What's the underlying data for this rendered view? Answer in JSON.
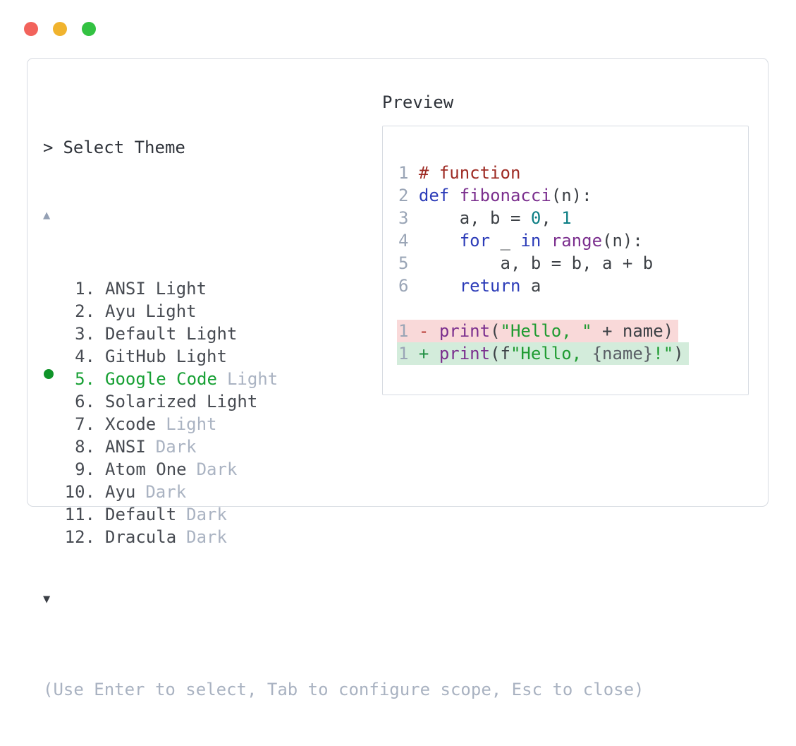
{
  "window_controls": {
    "close": "traffic-light-close",
    "minimize": "traffic-light-minimize",
    "zoom": "traffic-light-zoom"
  },
  "prompt": {
    "caret": ">",
    "title": "Select Theme"
  },
  "scroll_up_icon": "▲",
  "scroll_down_icon": "▼",
  "themes": [
    {
      "num": "1.",
      "name": "ANSI",
      "variant": "Light",
      "muted_variant": false,
      "selected": false
    },
    {
      "num": "2.",
      "name": "Ayu",
      "variant": "Light",
      "muted_variant": false,
      "selected": false
    },
    {
      "num": "3.",
      "name": "Default",
      "variant": "Light",
      "muted_variant": false,
      "selected": false
    },
    {
      "num": "4.",
      "name": "GitHub",
      "variant": "Light",
      "muted_variant": false,
      "selected": false
    },
    {
      "num": "5.",
      "name": "Google Code",
      "variant": "Light",
      "muted_variant": true,
      "selected": true
    },
    {
      "num": "6.",
      "name": "Solarized",
      "variant": "Light",
      "muted_variant": false,
      "selected": false
    },
    {
      "num": "7.",
      "name": "Xcode",
      "variant": "Light",
      "muted_variant": true,
      "selected": false
    },
    {
      "num": "8.",
      "name": "ANSI",
      "variant": "Dark",
      "muted_variant": true,
      "selected": false
    },
    {
      "num": "9.",
      "name": "Atom One",
      "variant": "Dark",
      "muted_variant": true,
      "selected": false
    },
    {
      "num": "10.",
      "name": "Ayu",
      "variant": "Dark",
      "muted_variant": true,
      "selected": false
    },
    {
      "num": "11.",
      "name": "Default",
      "variant": "Dark",
      "muted_variant": true,
      "selected": false
    },
    {
      "num": "12.",
      "name": "Dracula",
      "variant": "Dark",
      "muted_variant": true,
      "selected": false
    }
  ],
  "help_text": "(Use Enter to select, Tab to configure scope, Esc to close)",
  "preview": {
    "label": "Preview",
    "code_lines": [
      {
        "num": "1",
        "bg": null,
        "tokens": [
          {
            "t": "# function",
            "c": "com"
          }
        ]
      },
      {
        "num": "2",
        "bg": null,
        "tokens": [
          {
            "t": "def",
            "c": "kw"
          },
          {
            "t": " ",
            "c": "pl"
          },
          {
            "t": "fibonacci",
            "c": "fn"
          },
          {
            "t": "(n):",
            "c": "pl"
          }
        ]
      },
      {
        "num": "3",
        "bg": null,
        "tokens": [
          {
            "t": "    a, b = ",
            "c": "pl"
          },
          {
            "t": "0",
            "c": "lit"
          },
          {
            "t": ", ",
            "c": "pl"
          },
          {
            "t": "1",
            "c": "lit"
          }
        ]
      },
      {
        "num": "4",
        "bg": null,
        "tokens": [
          {
            "t": "    ",
            "c": "pl"
          },
          {
            "t": "for",
            "c": "kw"
          },
          {
            "t": " _ ",
            "c": "pl"
          },
          {
            "t": "in",
            "c": "kw"
          },
          {
            "t": " ",
            "c": "pl"
          },
          {
            "t": "range",
            "c": "fn"
          },
          {
            "t": "(n):",
            "c": "pl"
          }
        ]
      },
      {
        "num": "5",
        "bg": null,
        "tokens": [
          {
            "t": "        a, b = b, a + b",
            "c": "pl"
          }
        ]
      },
      {
        "num": "6",
        "bg": null,
        "tokens": [
          {
            "t": "    ",
            "c": "pl"
          },
          {
            "t": "return",
            "c": "kw"
          },
          {
            "t": " a",
            "c": "pl"
          }
        ]
      },
      {
        "num": "",
        "bg": null,
        "tokens": []
      },
      {
        "num": "1",
        "bg": "del",
        "tokens": [
          {
            "t": "- ",
            "c": "del"
          },
          {
            "t": "print",
            "c": "fn"
          },
          {
            "t": "(",
            "c": "pl"
          },
          {
            "t": "\"Hello, \"",
            "c": "str"
          },
          {
            "t": " + name)",
            "c": "pl"
          }
        ]
      },
      {
        "num": "1",
        "bg": "add",
        "tokens": [
          {
            "t": "+ ",
            "c": "add"
          },
          {
            "t": "print",
            "c": "fn"
          },
          {
            "t": "(f",
            "c": "pl"
          },
          {
            "t": "\"Hello, ",
            "c": "str"
          },
          {
            "t": "{name}",
            "c": "dim"
          },
          {
            "t": "!\"",
            "c": "str"
          },
          {
            "t": ")",
            "c": "pl"
          }
        ]
      }
    ]
  },
  "colors": {
    "traffic_red": "#f2635c",
    "traffic_yellow": "#f0b32e",
    "traffic_green": "#33c242",
    "border": "#d7dbe2",
    "text_dark": "#2f333a",
    "list_text": "#474b52",
    "muted": "#aab3c2",
    "accent_green": "#17a034",
    "bullet_green": "#0f9429",
    "scroll_up": "#94a0b4",
    "scroll_down": "#3b3f46",
    "help_text": "#a9b2c1",
    "line_number": "#9aa5b6",
    "code_plain": "#3d4146",
    "comment": "#9e2b24",
    "keyword": "#2c3cb8",
    "function_name": "#7b2f8e",
    "string": "#1f9b31",
    "literal": "#0c7e84",
    "fstring_expr": "#5a5f66",
    "diff_del_text": "#b5332d",
    "diff_add_text": "#1f8f42",
    "diff_del_bg": "#f9d9d9",
    "diff_add_bg": "#d3ecdb"
  }
}
